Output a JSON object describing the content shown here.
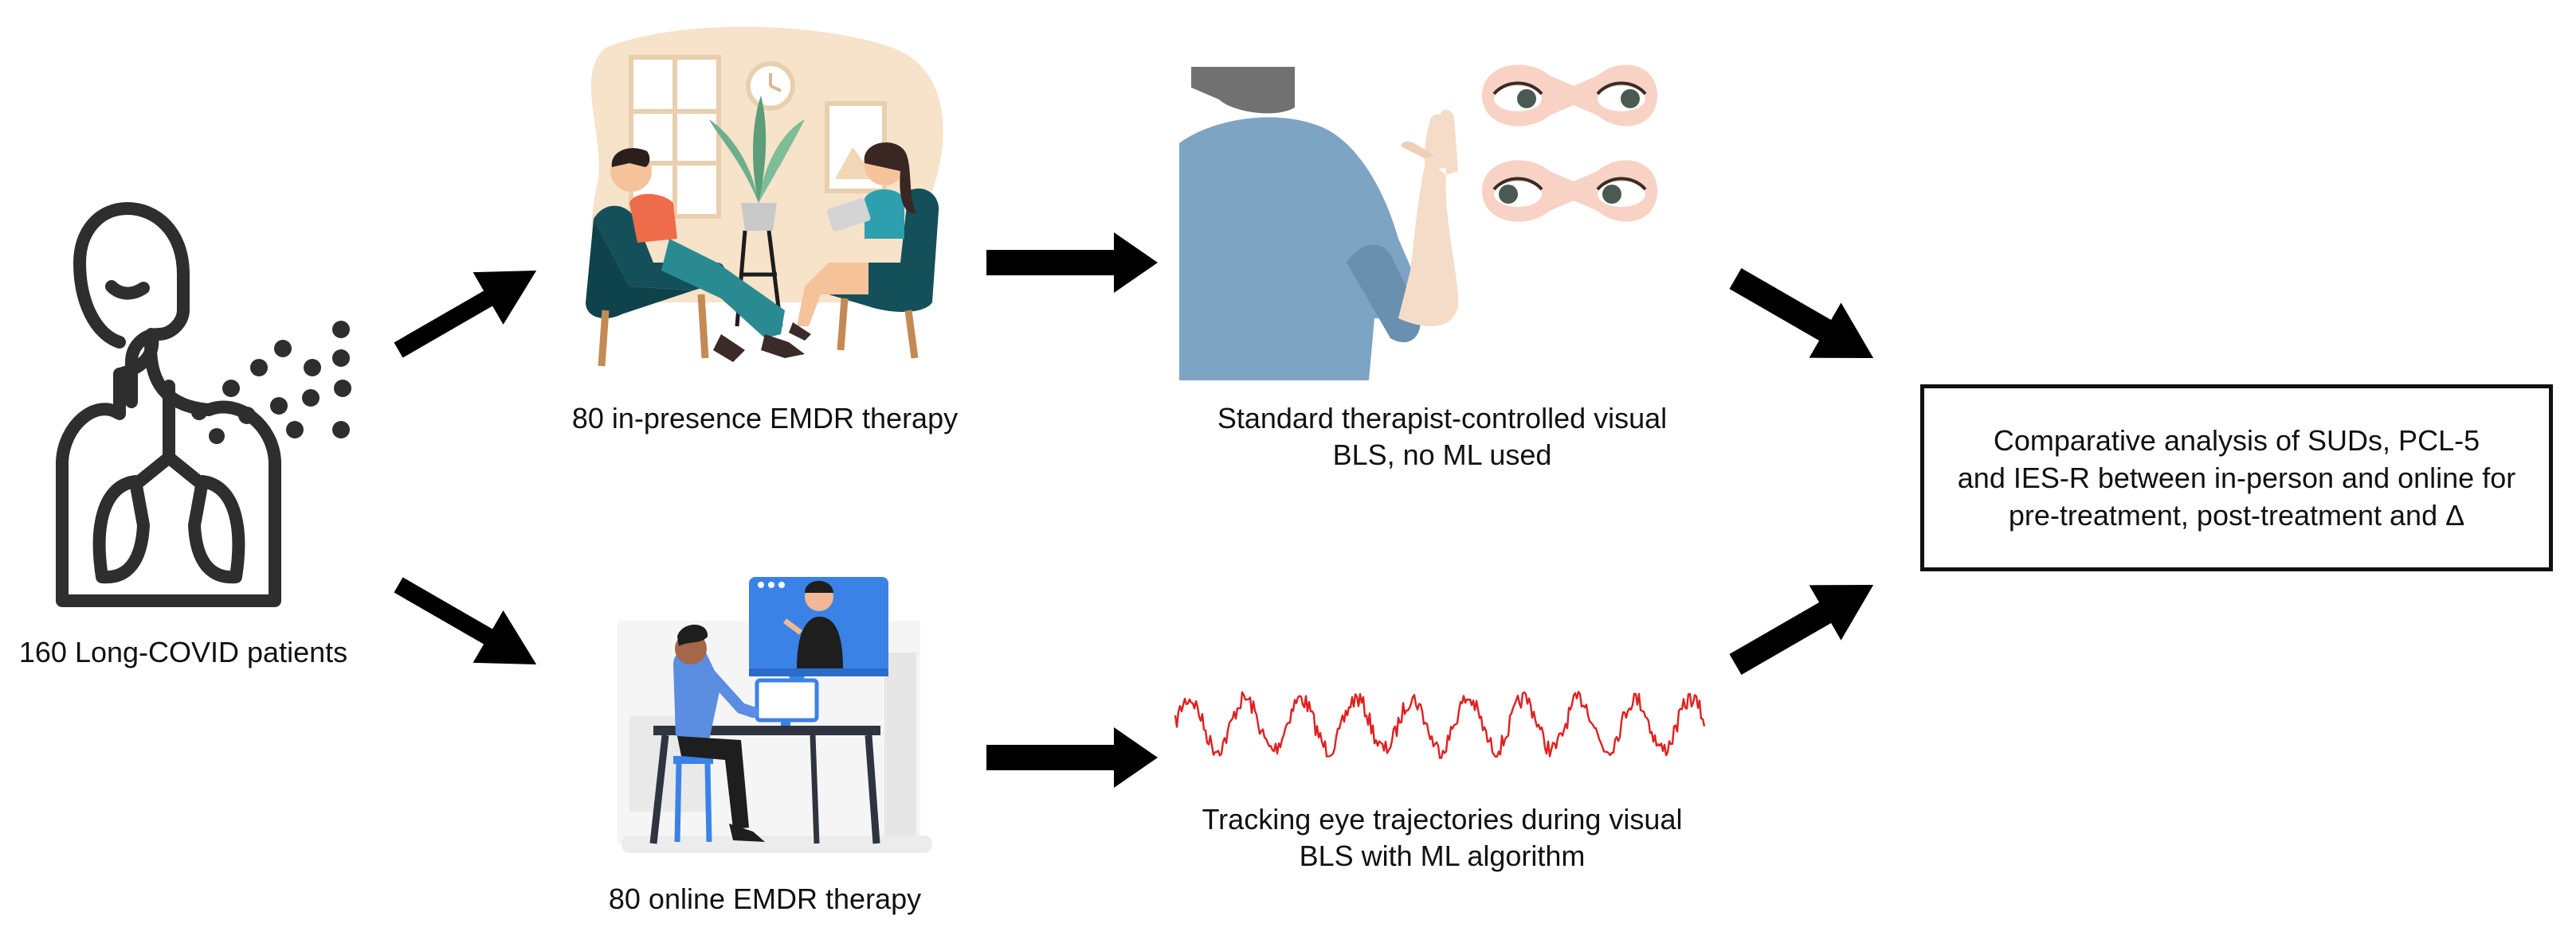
{
  "patients": {
    "label": "160 Long-COVID patients"
  },
  "in_presence": {
    "label": "80 in-presence EMDR therapy",
    "method_line1": "Standard therapist-controlled visual",
    "method_line2": "BLS, no ML used"
  },
  "online": {
    "label": "80 online EMDR therapy",
    "method_line1": "Tracking eye trajectories during visual",
    "method_line2": "BLS with ML algorithm"
  },
  "result": {
    "line1": "Comparative analysis of SUDs, PCL-5",
    "line2": "and IES-R between in-person and online for",
    "line3": "pre-treatment, post-treatment and Δ"
  },
  "colors": {
    "arrow": "#000000",
    "signal": "#e02020",
    "chair": "#14505a",
    "shirt_blue": "#7ea4c4",
    "screen_blue": "#3b82e6",
    "eye_pink": "#f8d2c4"
  },
  "icons": [
    "person-lungs-icon",
    "therapy-session-illustration",
    "therapist-hand-icon",
    "eye-movement-icon",
    "online-session-illustration",
    "eye-trajectory-signal"
  ]
}
